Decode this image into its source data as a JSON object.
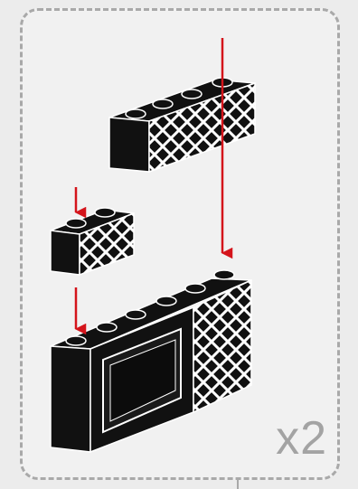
{
  "step": {
    "quantity_label": "x2"
  },
  "parts": [
    {
      "kind": "brick-1x4-lattice",
      "stud_count": 4
    },
    {
      "kind": "brick-1x2-lattice",
      "stud_count": 2
    },
    {
      "kind": "window-frame-with-lattice",
      "stud_count": 6
    }
  ],
  "colors": {
    "panel_border": "#a9a9a9",
    "panel_fill": "#f1f1f1",
    "brick": "#111111",
    "brick_edge": "#ffffff",
    "arrow": "#d4141b",
    "quantity_text": "#a3a3a3"
  },
  "icons": [
    "placement-arrow-icon"
  ]
}
